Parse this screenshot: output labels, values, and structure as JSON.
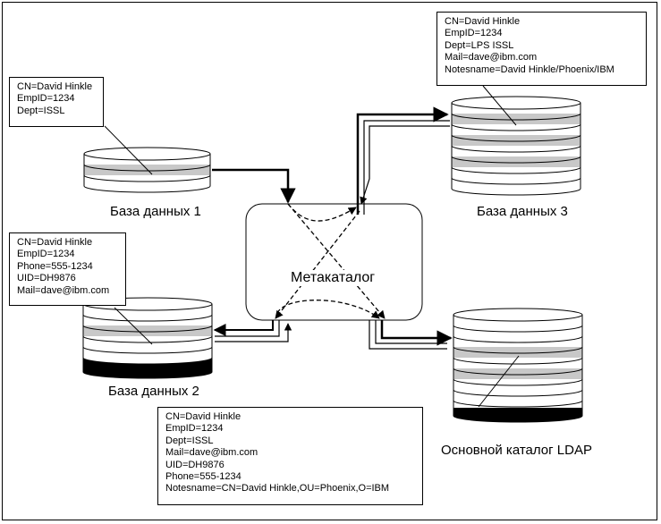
{
  "databases": [
    {
      "id": "db1",
      "label": "База данных 1"
    },
    {
      "id": "db2",
      "label": "База данных 2"
    },
    {
      "id": "db3",
      "label": "База данных 3"
    },
    {
      "id": "ldap",
      "label": "Основной каталог LDAP"
    }
  ],
  "metacatalog": {
    "label": "Метакаталог"
  },
  "notes": {
    "db1": [
      "CN=David Hinkle",
      "EmpID=1234",
      "Dept=ISSL"
    ],
    "db2": [
      "CN=David Hinkle",
      "EmpID=1234",
      "Phone=555-1234",
      "UID=DH9876",
      "Mail=dave@ibm.com"
    ],
    "db3": [
      "CN=David Hinkle",
      "EmpID=1234",
      "Dept=LPS ISSL",
      "Mail=dave@ibm.com",
      "Notesname=David Hinkle/Phoenix/IBM"
    ],
    "ldap": [
      "CN=David Hinkle",
      "EmpID=1234",
      "Dept=ISSL",
      "Mail=dave@ibm.com",
      "UID=DH9876",
      "Phone=555-1234",
      "Notesname=CN=David Hinkle,OU=Phoenix,O=IBM"
    ]
  },
  "colors": {
    "stripe": "#c8c8c8",
    "dark_band": "#000000",
    "line": "#000000"
  }
}
